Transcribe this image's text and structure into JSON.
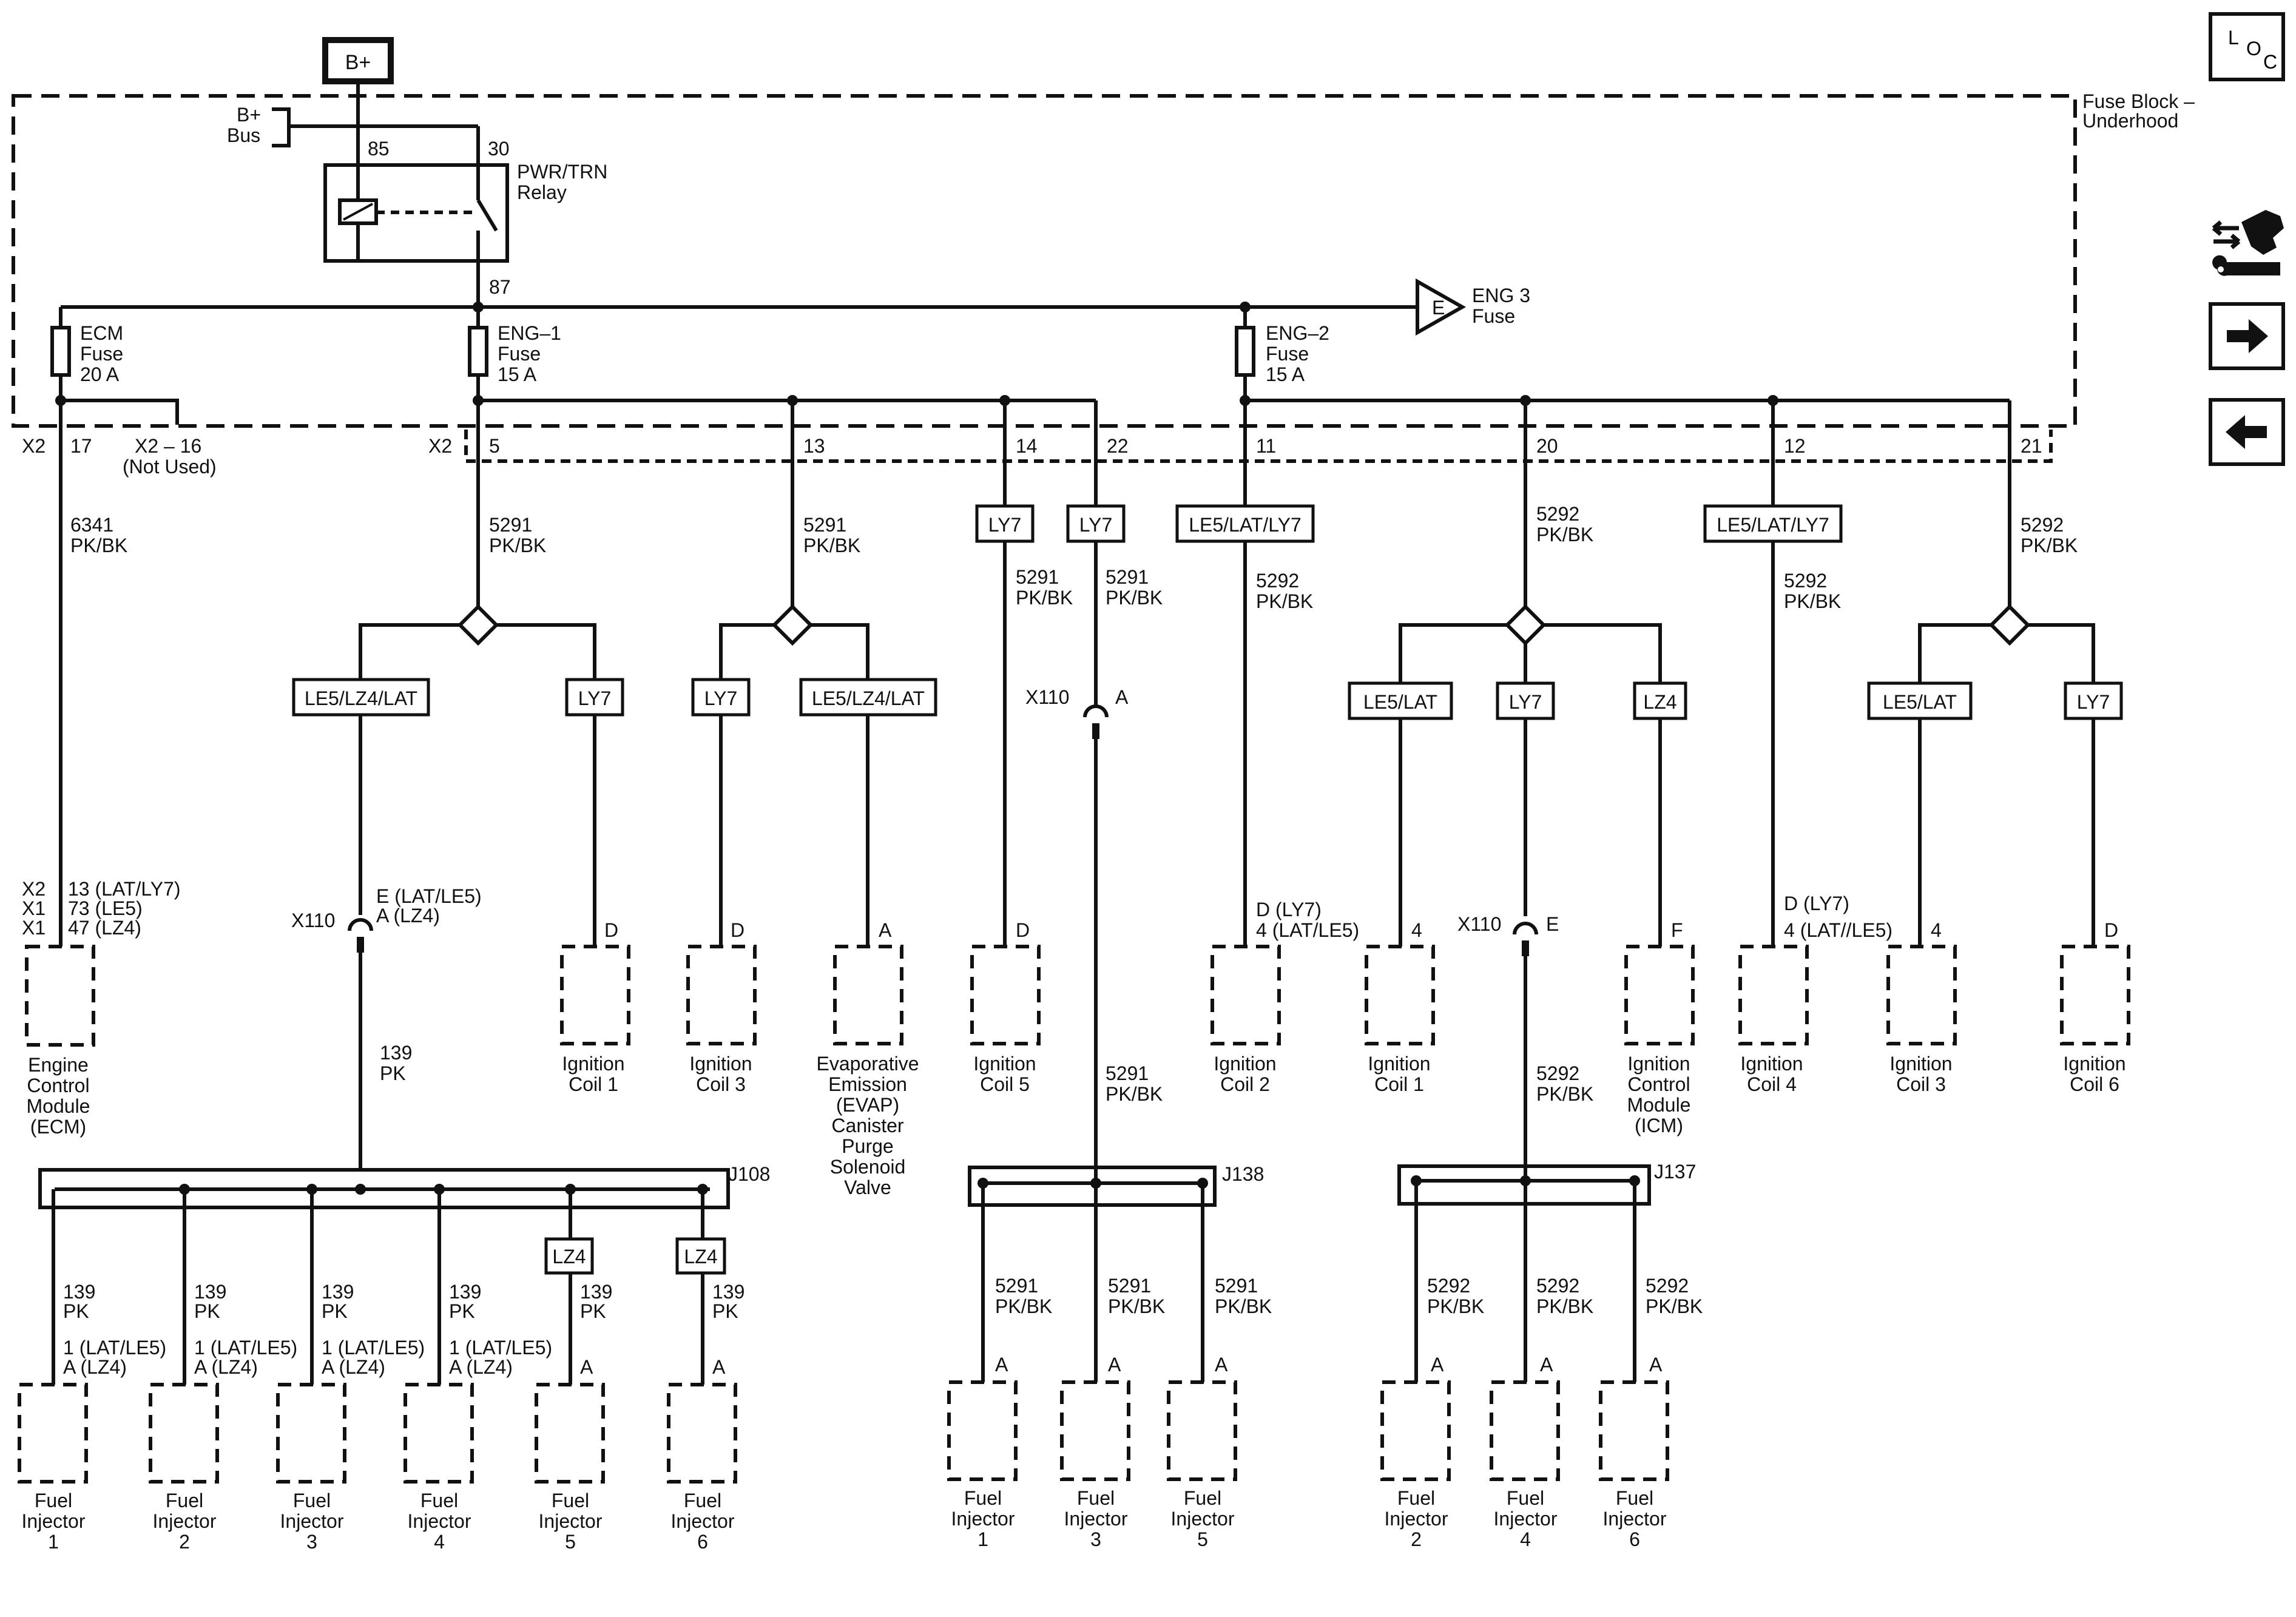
{
  "header": {
    "b_plus": "B+",
    "bus_b_plus": "B+",
    "bus": "Bus",
    "fuse_block_1": "Fuse Block –",
    "fuse_block_2": "Underhood"
  },
  "nav": {
    "loc_l": "L",
    "loc_o": "O",
    "loc_c": "C"
  },
  "relay": {
    "pin85": "85",
    "pin30": "30",
    "pin87": "87",
    "name1": "PWR/TRN",
    "name2": "Relay"
  },
  "eng3": {
    "letter": "E",
    "name1": "ENG 3",
    "name2": "Fuse"
  },
  "fuses": {
    "ecm": [
      "ECM",
      "Fuse",
      "20 A"
    ],
    "eng1": [
      "ENG–1",
      "Fuse",
      "15 A"
    ],
    "eng2": [
      "ENG–2",
      "Fuse",
      "15 A"
    ]
  },
  "pins": {
    "x2_left": "X2",
    "p17": "17",
    "x2_16": "X2 – 16",
    "not_used": "(Not Used)",
    "x2_mid": "X2",
    "p5": "5",
    "p13": "13",
    "p14": "14",
    "p22": "22",
    "p11": "11",
    "p20": "20",
    "p12": "12",
    "p21": "21"
  },
  "wires": {
    "w6341": [
      "6341",
      "PK/BK"
    ],
    "w5291_a": [
      "5291",
      "PK/BK"
    ],
    "w5291_b": [
      "5291",
      "PK/BK"
    ],
    "w5291_c": [
      "5291",
      "PK/BK"
    ],
    "w5291_d": [
      "5291",
      "PK/BK"
    ],
    "w5292_a": [
      "5292",
      "PK/BK"
    ],
    "w5292_b": [
      "5292",
      "PK/BK"
    ],
    "w5292_c": [
      "5292",
      "PK/BK"
    ],
    "w5292_d": [
      "5292",
      "PK/BK"
    ],
    "w139": [
      "139",
      "PK"
    ],
    "w5291_lower": [
      "5291",
      "PK/BK"
    ],
    "w5292_lower": [
      "5292",
      "PK/BK"
    ]
  },
  "options": {
    "o1": "LE5/LZ4/LAT",
    "o2": "LY7",
    "o3": "LY7",
    "o4": "LE5/LZ4/LAT",
    "o5": "LY7",
    "o6": "LY7",
    "o7": "LE5/LAT/LY7",
    "o8": "LE5/LAT",
    "o9": "LY7",
    "o10": "LZ4",
    "o11": "LE5/LAT/LY7",
    "o12": "LE5/LAT",
    "o13": "LY7",
    "o14": "LZ4",
    "o15": "LZ4"
  },
  "connectors": {
    "ecm_pins": [
      "X2",
      "X1",
      "X1"
    ],
    "ecm_vals": [
      "13 (LAT/LY7)",
      "73 (LE5)",
      "47 (LZ4)"
    ],
    "x110_a": "X110",
    "x110_a_pins": [
      "E (LAT/LE5)",
      "A (LZ4)"
    ],
    "x110_b": "X110",
    "x110_b_pin": "A",
    "x110_c": "X110",
    "x110_c_pin": "E",
    "pin_d1": "D",
    "pin_d2": "D",
    "pin_a_evap": "A",
    "pin_d3": "D",
    "coil2_pins": [
      "D (LY7)",
      "4 (LAT/LE5)"
    ],
    "pin_4a": "4",
    "pin_f": "F",
    "coil4_pins": [
      "D (LY7)",
      "4 (LAT//LE5)"
    ],
    "pin_4b": "4",
    "pin_d4": "D",
    "j108": "J108",
    "j138": "J138",
    "j137": "J137"
  },
  "components": {
    "ecm": [
      "Engine",
      "Control",
      "Module",
      "(ECM)"
    ],
    "coil1a": [
      "Ignition",
      "Coil 1"
    ],
    "coil3a": [
      "Ignition",
      "Coil 3"
    ],
    "evap": [
      "Evaporative",
      "Emission",
      "(EVAP)",
      "Canister",
      "Purge",
      "Solenoid",
      "Valve"
    ],
    "coil5": [
      "Ignition",
      "Coil 5"
    ],
    "coil2": [
      "Ignition",
      "Coil 2"
    ],
    "coil1b": [
      "Ignition",
      "Coil 1"
    ],
    "icm": [
      "Ignition",
      "Control",
      "Module",
      "(ICM)"
    ],
    "coil4": [
      "Ignition",
      "Coil 4"
    ],
    "coil3b": [
      "Ignition",
      "Coil 3"
    ],
    "coil6": [
      "Ignition",
      "Coil 6"
    ]
  },
  "injectors_left": [
    {
      "wire": [
        "139",
        "PK"
      ],
      "pin": [
        "1 (LAT/LE5)",
        "A (LZ4)"
      ],
      "name": [
        "Fuel",
        "Injector",
        "1"
      ]
    },
    {
      "wire": [
        "139",
        "PK"
      ],
      "pin": [
        "1 (LAT/LE5)",
        "A (LZ4)"
      ],
      "name": [
        "Fuel",
        "Injector",
        "2"
      ]
    },
    {
      "wire": [
        "139",
        "PK"
      ],
      "pin": [
        "1 (LAT/LE5)",
        "A (LZ4)"
      ],
      "name": [
        "Fuel",
        "Injector",
        "3"
      ]
    },
    {
      "wire": [
        "139",
        "PK"
      ],
      "pin": [
        "1 (LAT/LE5)",
        "A (LZ4)"
      ],
      "name": [
        "Fuel",
        "Injector",
        "4"
      ]
    },
    {
      "wire": [
        "139",
        "PK"
      ],
      "pin": [
        "A"
      ],
      "name": [
        "Fuel",
        "Injector",
        "5"
      ]
    },
    {
      "wire": [
        "139",
        "PK"
      ],
      "pin": [
        "A"
      ],
      "name": [
        "Fuel",
        "Injector",
        "6"
      ]
    }
  ],
  "injectors_mid": [
    {
      "wire": [
        "5291",
        "PK/BK"
      ],
      "pin": "A",
      "name": [
        "Fuel",
        "Injector",
        "1"
      ]
    },
    {
      "wire": [
        "5291",
        "PK/BK"
      ],
      "pin": "A",
      "name": [
        "Fuel",
        "Injector",
        "3"
      ]
    },
    {
      "wire": [
        "5291",
        "PK/BK"
      ],
      "pin": "A",
      "name": [
        "Fuel",
        "Injector",
        "5"
      ]
    }
  ],
  "injectors_right": [
    {
      "wire": [
        "5292",
        "PK/BK"
      ],
      "pin": "A",
      "name": [
        "Fuel",
        "Injector",
        "2"
      ]
    },
    {
      "wire": [
        "5292",
        "PK/BK"
      ],
      "pin": "A",
      "name": [
        "Fuel",
        "Injector",
        "4"
      ]
    },
    {
      "wire": [
        "5292",
        "PK/BK"
      ],
      "pin": "A",
      "name": [
        "Fuel",
        "Injector",
        "6"
      ]
    }
  ]
}
